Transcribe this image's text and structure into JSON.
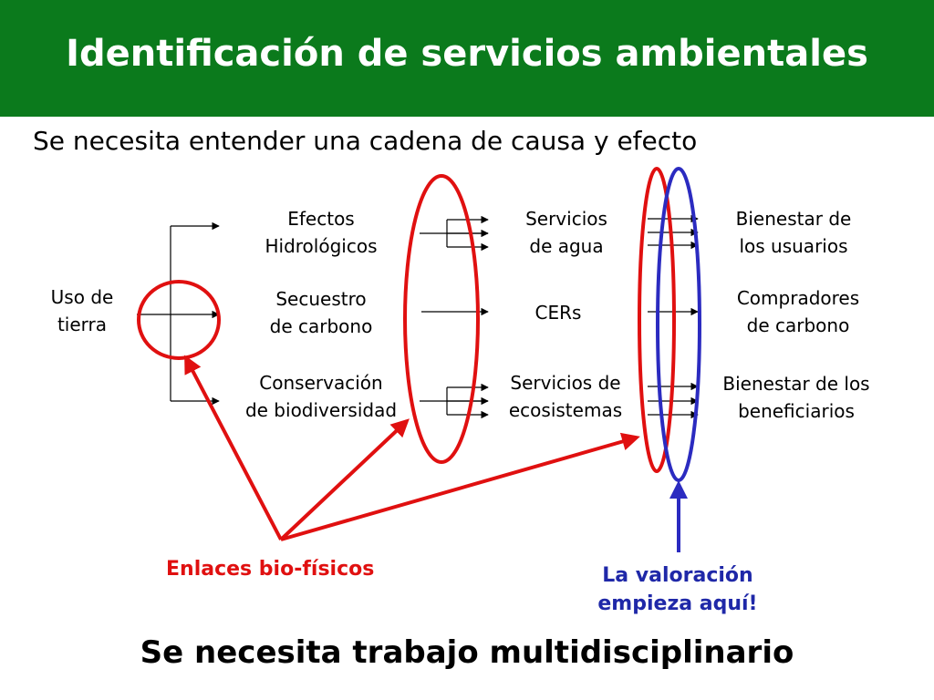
{
  "header": {
    "title": "Identificación de servicios ambientales",
    "background_color": "#0b7a1c"
  },
  "subtitle": "Se necesita entender una cadena de causa y efecto",
  "nodes": {
    "source": {
      "line1": "Uso de",
      "line2": "tierra"
    },
    "effects": [
      {
        "line1": "Efectos",
        "line2": "Hidrológicos"
      },
      {
        "line1": "Secuestro",
        "line2": "de carbono"
      },
      {
        "line1": "Conservación",
        "line2": "de biodiversidad"
      }
    ],
    "services": [
      {
        "line1": "Servicios",
        "line2": "de agua"
      },
      {
        "line1": "CERs",
        "line2": ""
      },
      {
        "line1": "Servicios de",
        "line2": "ecosistemas"
      }
    ],
    "beneficiaries": [
      {
        "line1": "Bienestar de",
        "line2": "los usuarios"
      },
      {
        "line1": "Compradores",
        "line2": "de carbono"
      },
      {
        "line1": "Bienestar de los",
        "line2": "beneficiarios"
      }
    ]
  },
  "callouts": {
    "biophysical": {
      "text": "Enlaces bio-físicos",
      "color": "#e01010"
    },
    "valuation": {
      "line1": "La valoración",
      "line2": "empieza aquí!",
      "color": "#1f28a8"
    }
  },
  "footer": "Se necesita trabajo multidisciplinario"
}
